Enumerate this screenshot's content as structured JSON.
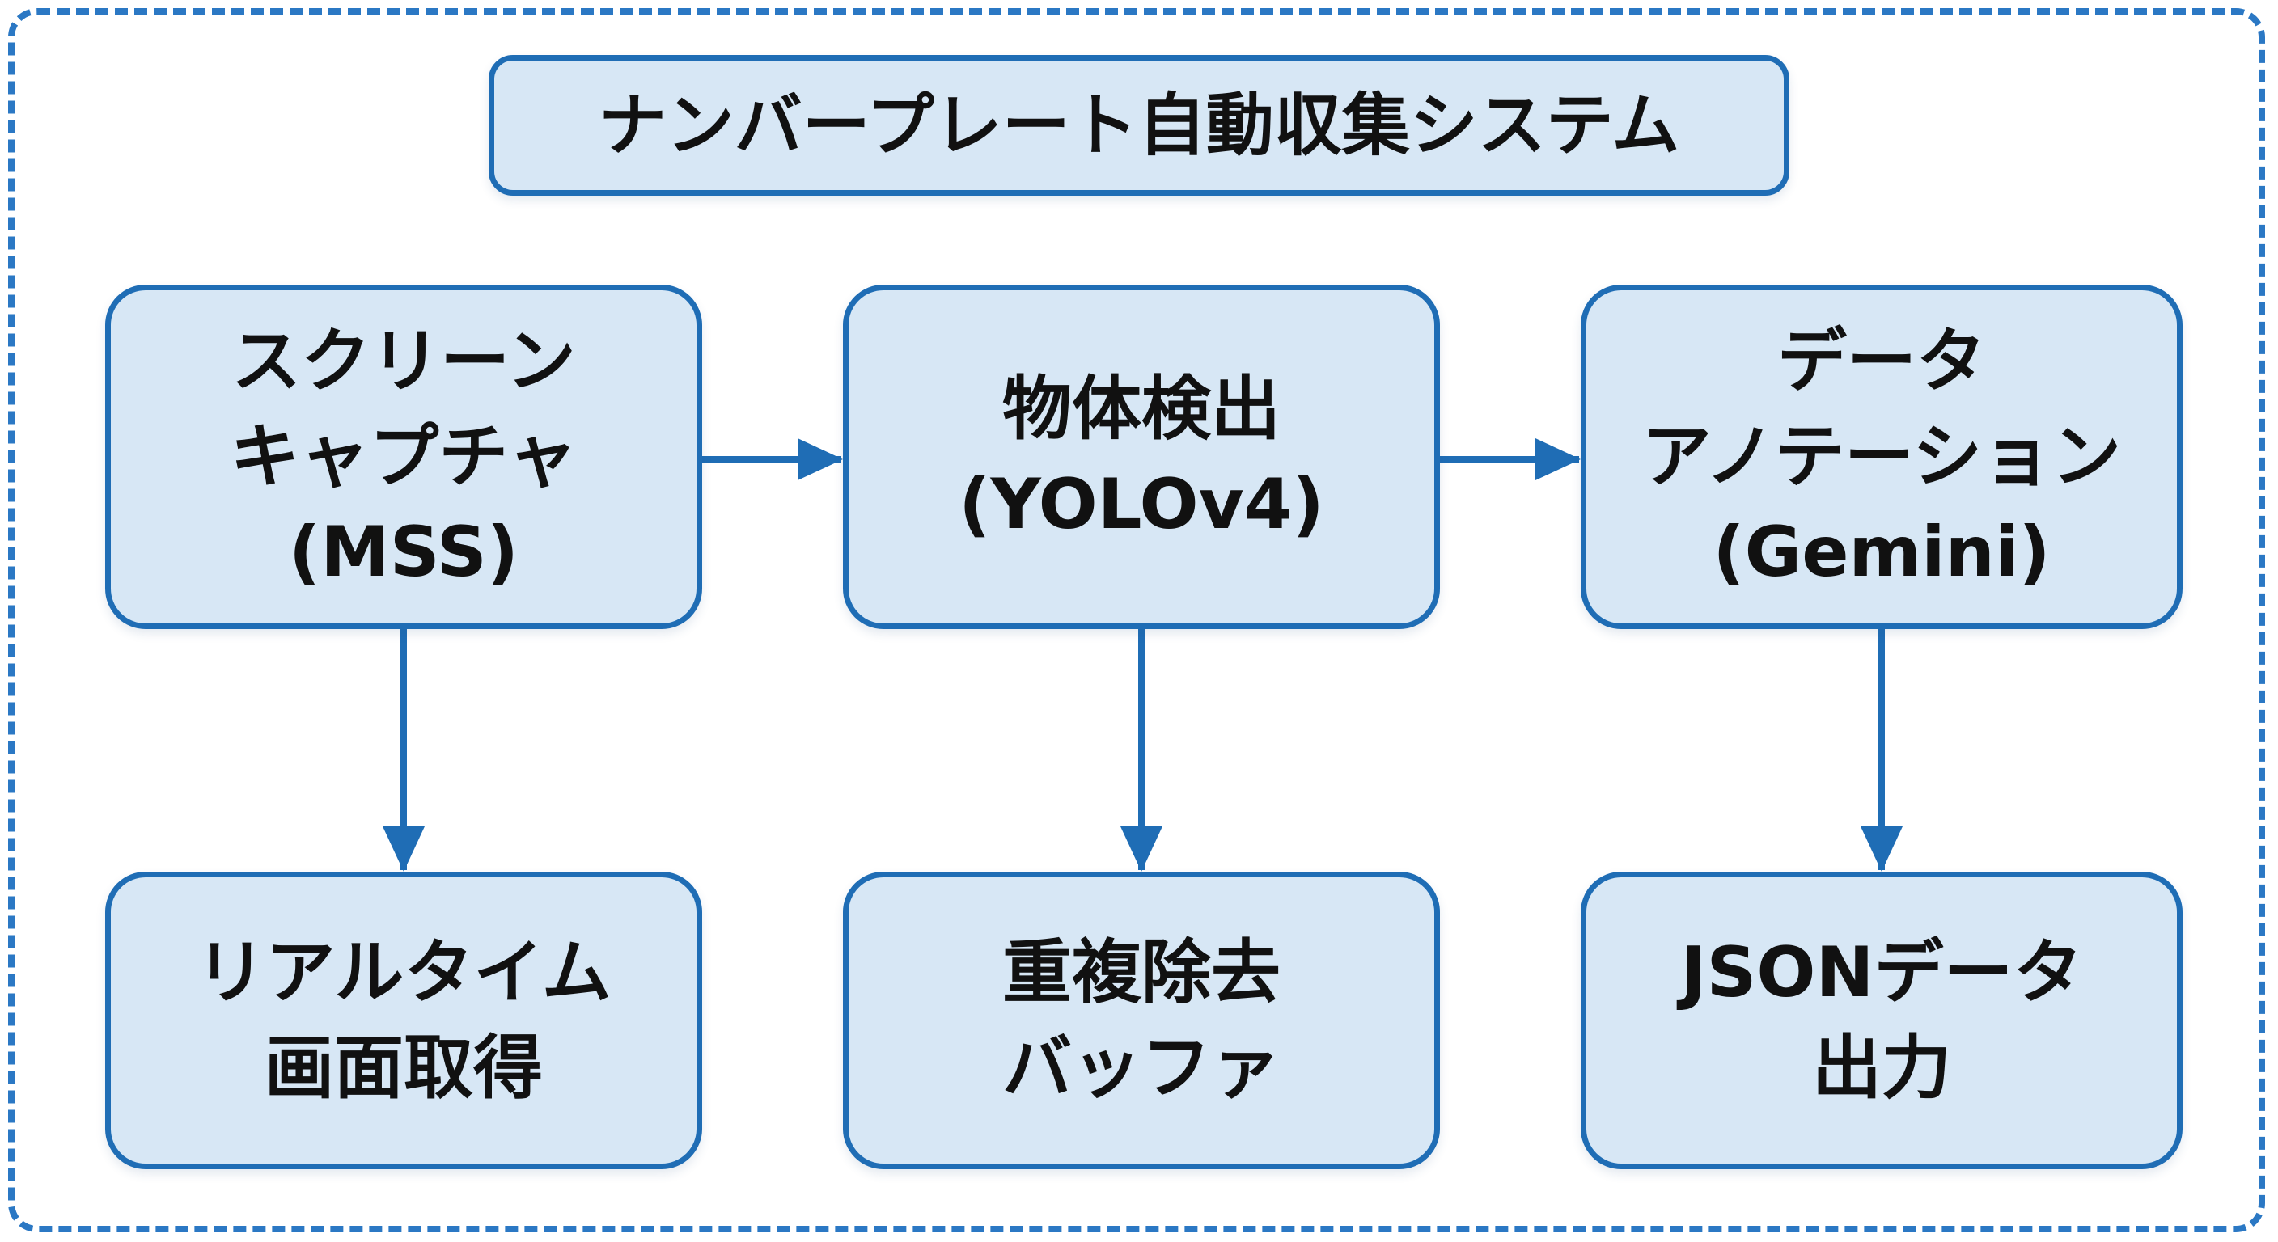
{
  "title": "ナンバープレート自動収集システム",
  "nodes": {
    "capture": {
      "lines": [
        "スクリーン",
        "キャプチャ",
        "(MSS)"
      ]
    },
    "detect": {
      "lines": [
        "物体検出",
        "(YOLOv4)"
      ]
    },
    "annotate": {
      "lines": [
        "データ",
        "アノテーション",
        "(Gemini)"
      ]
    },
    "realtime": {
      "lines": [
        "リアルタイム",
        "画面取得"
      ]
    },
    "dedup": {
      "lines": [
        "重複除去",
        "バッファ"
      ]
    },
    "json": {
      "lines": [
        "JSONデータ",
        "出力"
      ]
    }
  },
  "colors": {
    "border": "#1f6db5",
    "fill": "#d7e7f5",
    "frame": "#2b78c4",
    "text": "#111111"
  }
}
